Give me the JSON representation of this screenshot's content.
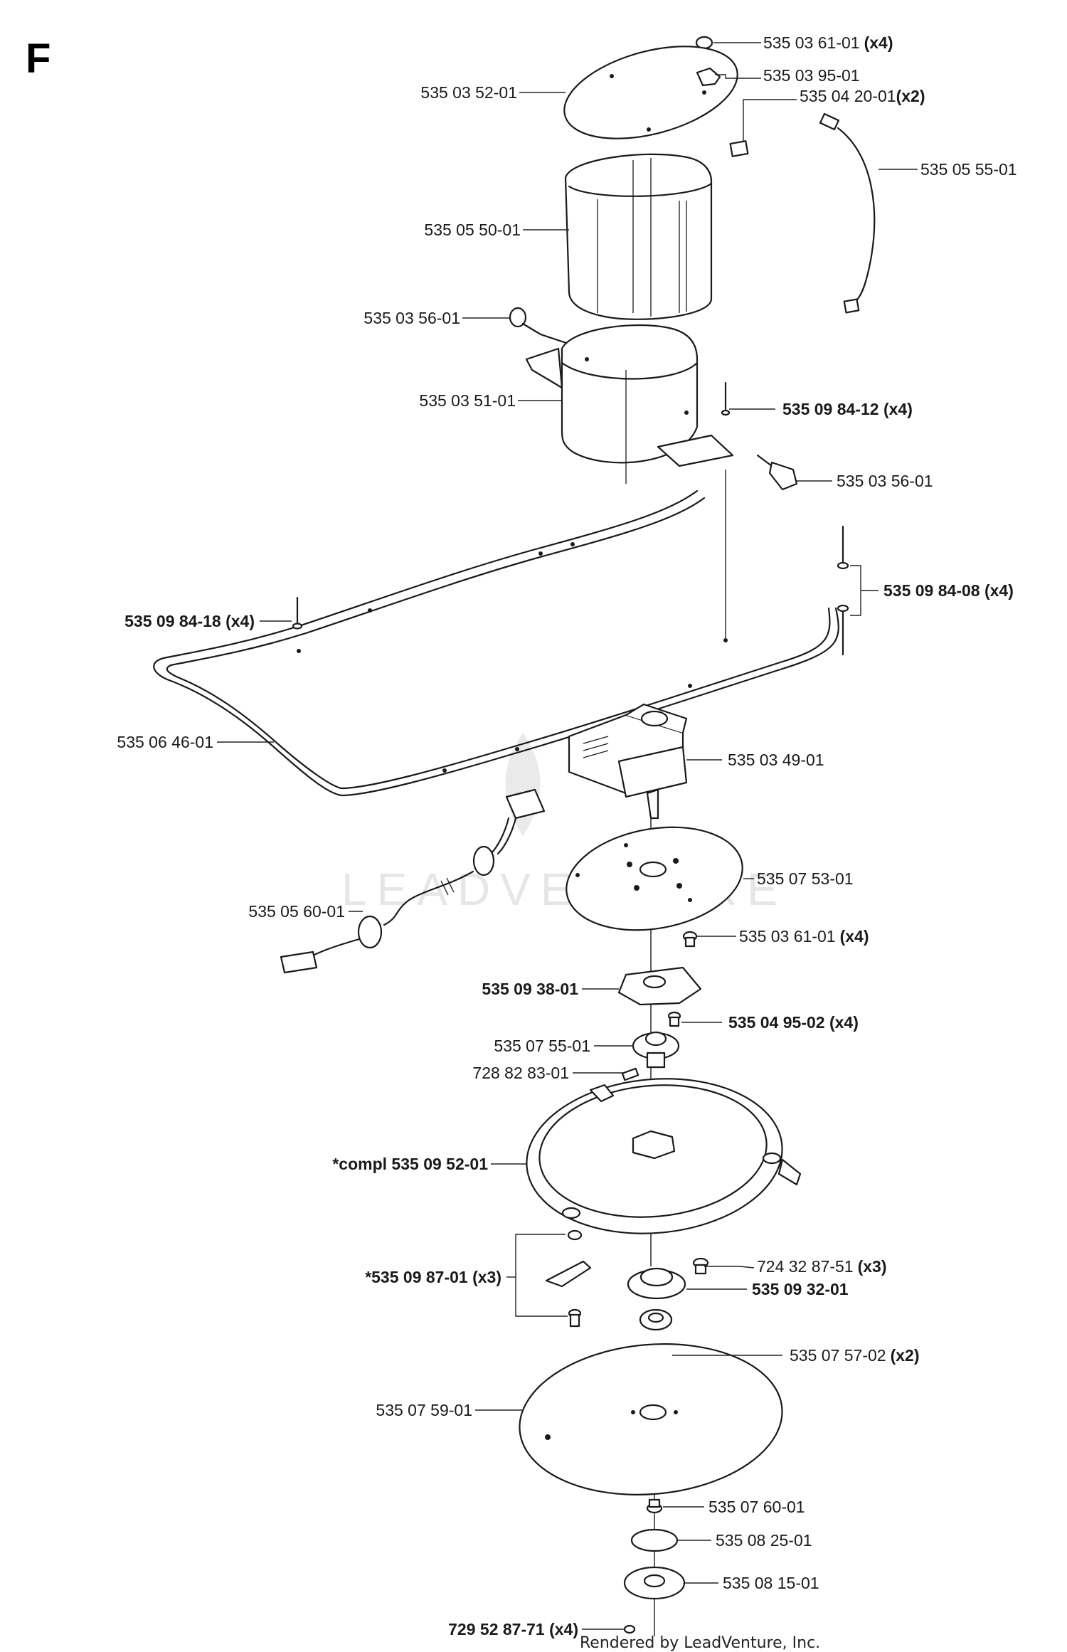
{
  "section_letter": "F",
  "footer": "Rendered by LeadVenture, Inc.",
  "watermark": "LEADVENTURE",
  "callouts": [
    {
      "id": "c01",
      "part": "535 03 61-01",
      "qty": "(x4)",
      "bold": false
    },
    {
      "id": "c02",
      "part": "535 03 52-01",
      "qty": "",
      "bold": false
    },
    {
      "id": "c03",
      "part": "535 03 95-01",
      "qty": "",
      "bold": false
    },
    {
      "id": "c04",
      "part": "535 04 20-01",
      "qty": "(x2)",
      "bold": false
    },
    {
      "id": "c05",
      "part": "535 05 55-01",
      "qty": "",
      "bold": false
    },
    {
      "id": "c06",
      "part": "535 05 50-01",
      "qty": "",
      "bold": false
    },
    {
      "id": "c07",
      "part": "535 03 56-01",
      "qty": "",
      "bold": false
    },
    {
      "id": "c08",
      "part": "535 03 51-01",
      "qty": "",
      "bold": false
    },
    {
      "id": "c09",
      "part": "535 09 84-12 (x4)",
      "qty": "",
      "bold": true
    },
    {
      "id": "c10",
      "part": "535 03 56-01",
      "qty": "",
      "bold": false
    },
    {
      "id": "c11",
      "part": "535 09 84-08 (x4)",
      "qty": "",
      "bold": true
    },
    {
      "id": "c12",
      "part": "535 09 84-18 (x4)",
      "qty": "",
      "bold": true
    },
    {
      "id": "c13",
      "part": "535 06 46-01",
      "qty": "",
      "bold": false
    },
    {
      "id": "c14",
      "part": "535 03 49-01",
      "qty": "",
      "bold": false
    },
    {
      "id": "c15",
      "part": "535 07 53-01",
      "qty": "",
      "bold": false
    },
    {
      "id": "c16",
      "part": "535 05 60-01",
      "qty": "",
      "bold": false
    },
    {
      "id": "c17",
      "part": "535 03 61-01",
      "qty": "(x4)",
      "bold": false
    },
    {
      "id": "c18",
      "part": "535 09 38-01",
      "qty": "",
      "bold": true
    },
    {
      "id": "c19",
      "part": "535 04 95-02 (x4)",
      "qty": "",
      "bold": true
    },
    {
      "id": "c20",
      "part": "535 07 55-01",
      "qty": "",
      "bold": false
    },
    {
      "id": "c21",
      "part": "728 82 83-01",
      "qty": "",
      "bold": false
    },
    {
      "id": "c22",
      "part": "*compl 535 09 52-01",
      "qty": "",
      "bold": true
    },
    {
      "id": "c23",
      "part": "724 32 87-51",
      "qty": "(x3)",
      "bold": false
    },
    {
      "id": "c24",
      "part": "*535 09 87-01 (x3)",
      "qty": "",
      "bold": true
    },
    {
      "id": "c25",
      "part": "535 09 32-01",
      "qty": "",
      "bold": true
    },
    {
      "id": "c26",
      "part": "535 07 57-02",
      "qty": "(x2)",
      "bold": false
    },
    {
      "id": "c27",
      "part": "535 07 59-01",
      "qty": "",
      "bold": false
    },
    {
      "id": "c28",
      "part": "535 07 60-01",
      "qty": "",
      "bold": false
    },
    {
      "id": "c29",
      "part": "535 08 25-01",
      "qty": "",
      "bold": false
    },
    {
      "id": "c30",
      "part": "535 08 15-01",
      "qty": "",
      "bold": false
    },
    {
      "id": "c31",
      "part": "729 52 87-71 (x4)",
      "qty": "",
      "bold": true
    }
  ]
}
